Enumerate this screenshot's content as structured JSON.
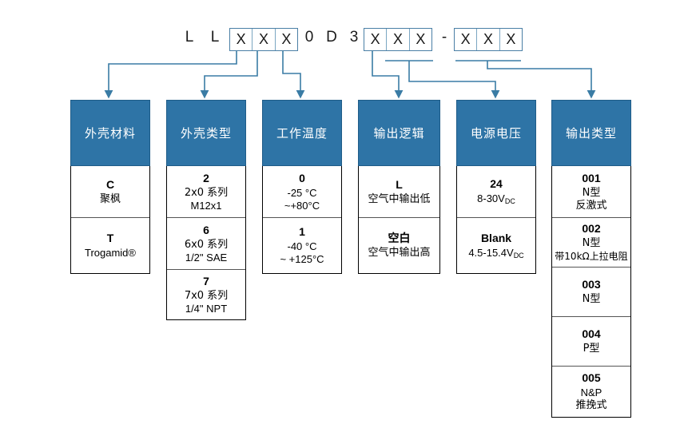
{
  "part_number": {
    "prefix_chars": [
      "L",
      "L"
    ],
    "middle_chars": [
      "0",
      "D",
      "3"
    ],
    "separator": "-",
    "groups": [
      {
        "name": "group-1",
        "cells": [
          "X",
          "X",
          "X"
        ]
      },
      {
        "name": "group-2",
        "cells": [
          "X",
          "X",
          "X"
        ]
      },
      {
        "name": "group-3",
        "cells": [
          "X",
          "X",
          "X"
        ]
      }
    ]
  },
  "colors": {
    "header_blue": "#2e74a6",
    "connector_blue": "#3a7ca5",
    "box_border": "#000000"
  },
  "columns": [
    {
      "id": "housing-material",
      "header": "外壳材料",
      "options": [
        {
          "code": "C",
          "lines": [
            "聚枫"
          ]
        },
        {
          "code": "T",
          "lines": [
            "Trogamid®"
          ]
        }
      ]
    },
    {
      "id": "housing-type",
      "header": "外壳类型",
      "options": [
        {
          "code": "2",
          "lines": [
            "2x0 系列",
            "M12x1"
          ]
        },
        {
          "code": "6",
          "lines": [
            "6x0 系列",
            "1/2\" SAE"
          ]
        },
        {
          "code": "7",
          "lines": [
            "7x0 系列",
            "1/4\" NPT"
          ]
        }
      ]
    },
    {
      "id": "operating-temperature",
      "header": "工作温度",
      "options": [
        {
          "code": "0",
          "lines": [
            "-25 °C",
            "~+80°C"
          ]
        },
        {
          "code": "1",
          "lines": [
            "-40 °C",
            "~ +125°C"
          ]
        }
      ]
    },
    {
      "id": "output-logic",
      "header": "输出逻辑",
      "options": [
        {
          "code": "L",
          "lines": [
            "空气中输出低"
          ]
        },
        {
          "code": "空白",
          "lines": [
            "空气中输出高"
          ]
        }
      ]
    },
    {
      "id": "supply-voltage",
      "header": "电源电压",
      "options": [
        {
          "code": "24",
          "lines": [
            "8-30V",
            "DC"
          ]
        },
        {
          "code": "Blank",
          "lines": [
            "4.5-15.4V",
            "DC"
          ]
        }
      ]
    },
    {
      "id": "output-type",
      "header": "输出类型",
      "options": [
        {
          "code": "001",
          "lines": [
            "N型",
            "反激式"
          ]
        },
        {
          "code": "002",
          "lines": [
            "N型",
            "带10kΩ上拉电阻"
          ]
        },
        {
          "code": "003",
          "lines": [
            "N型"
          ]
        },
        {
          "code": "004",
          "lines": [
            "P型"
          ]
        },
        {
          "code": "005",
          "lines": [
            "N&P",
            "推挽式"
          ]
        }
      ]
    }
  ]
}
